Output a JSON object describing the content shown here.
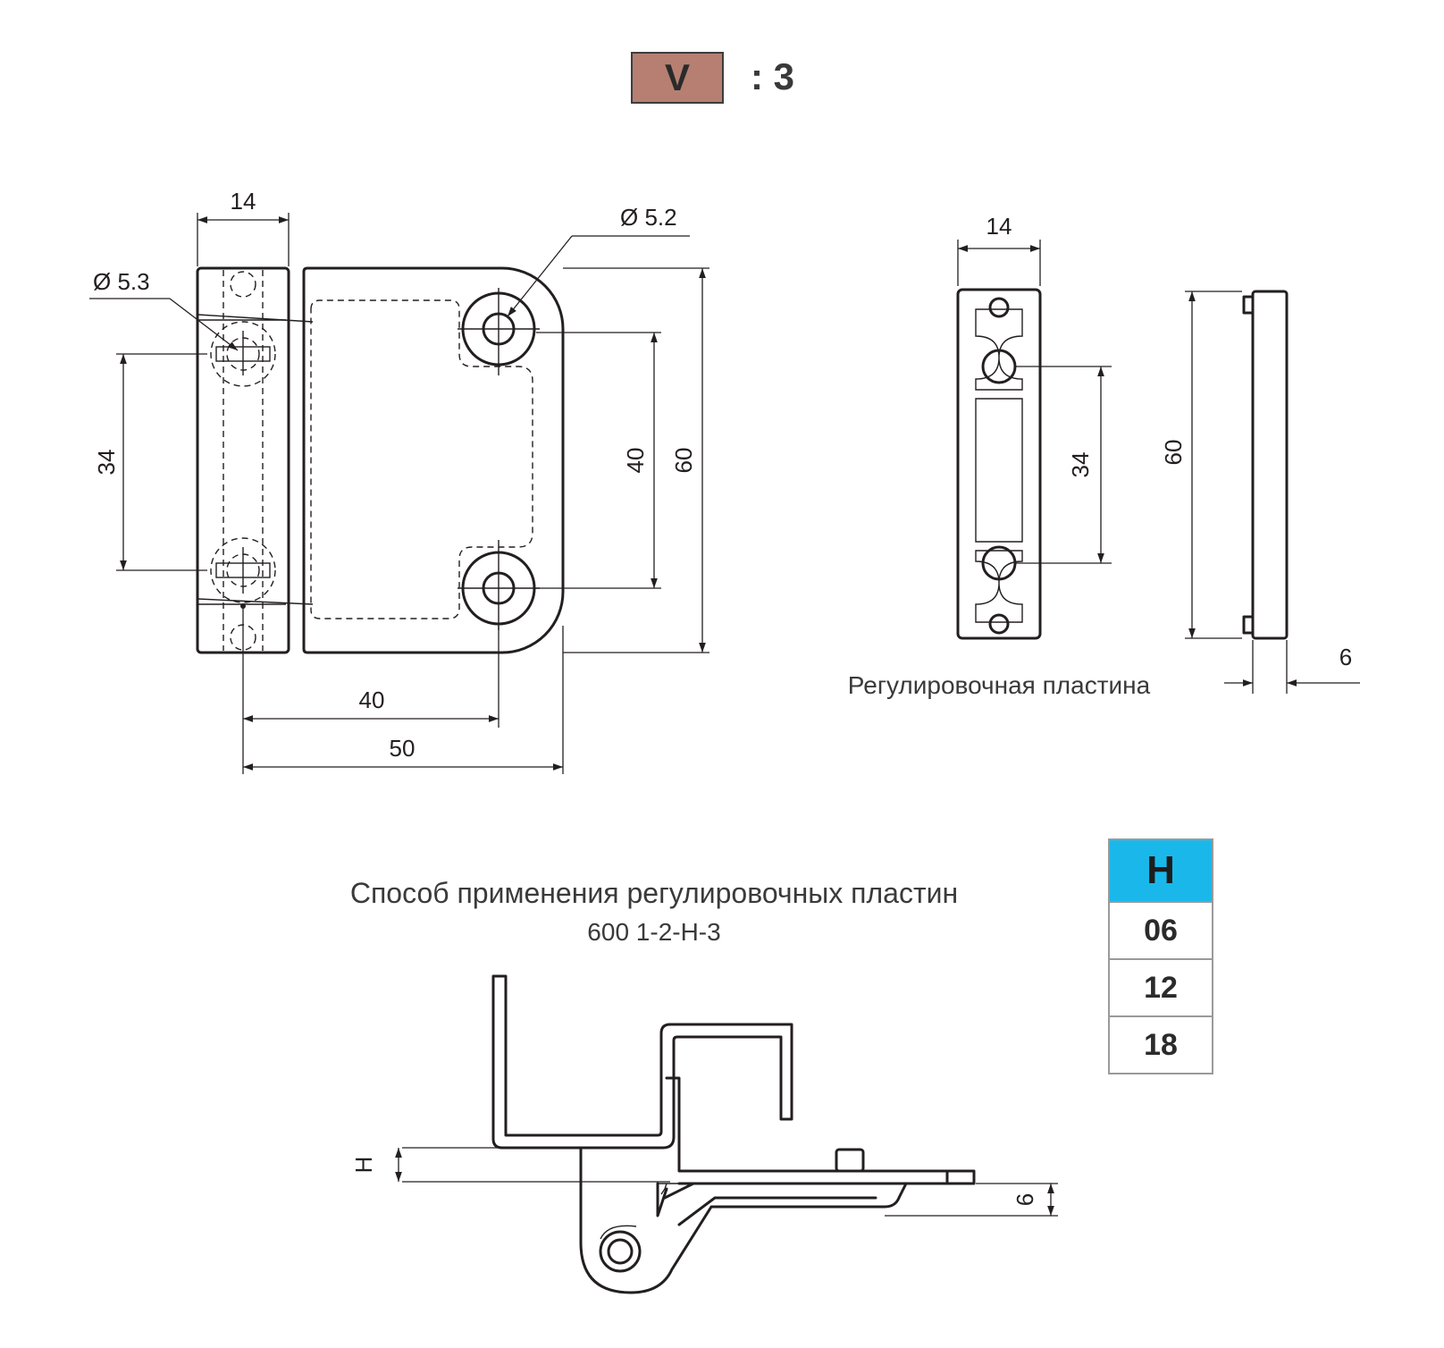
{
  "scale": {
    "code": "V",
    "ratio": ": 3"
  },
  "colors": {
    "badge": "#b67f72",
    "table_header": "#1ab8ea",
    "line": "#231f20"
  },
  "hinge_view": {
    "dims": {
      "width_top": "14",
      "hole_left": "Ø 5.3",
      "hole_right": "Ø 5.2",
      "pitch_left": "34",
      "pitch_right": "40",
      "height": "60",
      "offset_bottom": "40",
      "width_bottom": "50"
    }
  },
  "plate_view": {
    "caption": "Регулировочная пластина",
    "dims": {
      "width": "14",
      "pitch": "34",
      "height": "60",
      "thickness": "6"
    }
  },
  "application": {
    "title": "Способ применения регулировочных пластин",
    "code": "600 1-2-H-3",
    "dims": {
      "h": "H",
      "six": "6"
    }
  },
  "h_table": {
    "header": "H",
    "rows": [
      "06",
      "12",
      "18"
    ]
  }
}
